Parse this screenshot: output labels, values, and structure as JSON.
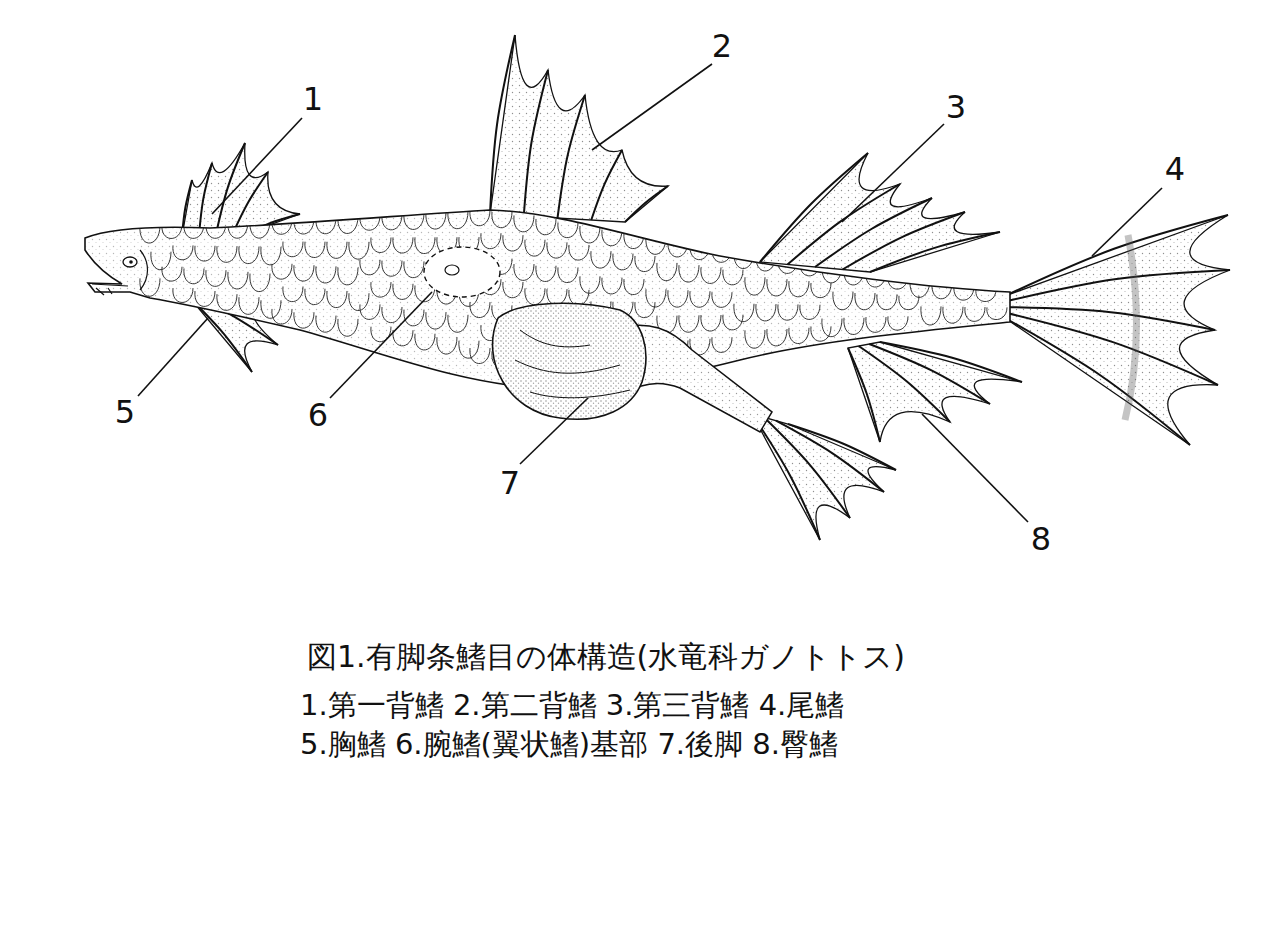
{
  "diagram": {
    "caption": "図1.有脚条鰭目の体構造(水竜科ガノトトス)",
    "labels": [
      "1",
      "2",
      "3",
      "4",
      "5",
      "6",
      "7",
      "8",
      "1.第一背鰭 2.第二背鰭 3.第三背鰭 4.尾鰭",
      "5.胸鰭 6.腕鰭(翼状鰭)基部 7.後脚 8.臀鰭"
    ]
  }
}
